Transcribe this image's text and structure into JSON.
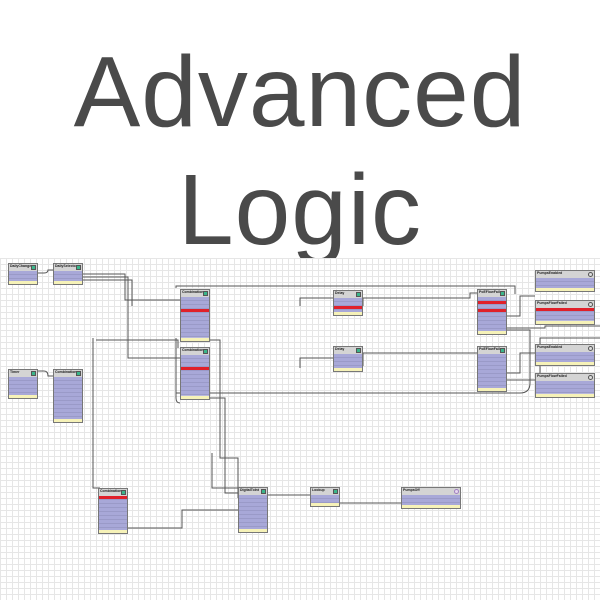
{
  "heading": {
    "line1": "Advanced",
    "line2": "Logic"
  },
  "nodes": [
    {
      "title": "DailyChange",
      "icon": "clock-icon",
      "rows": 3,
      "red": []
    },
    {
      "title": "DailySelector",
      "icon": "logic-icon",
      "rows": 3,
      "red": []
    },
    {
      "title": "Timer",
      "icon": "timer-icon",
      "rows": 5,
      "red": []
    },
    {
      "title": "Combination",
      "icon": "logic-icon",
      "rows": 11,
      "red": []
    },
    {
      "title": "Combination",
      "icon": "logic-icon",
      "rows": 10,
      "red": [
        3
      ]
    },
    {
      "title": "Combination",
      "icon": "logic-icon",
      "rows": 10,
      "red": [
        3
      ]
    },
    {
      "title": "Delay",
      "icon": "logic-icon",
      "rows": 4,
      "red": [
        2
      ]
    },
    {
      "title": "Delay",
      "icon": "logic-icon",
      "rows": 4,
      "red": []
    },
    {
      "title": "PoEFlowFail",
      "icon": "logic-icon",
      "rows": 9,
      "red": [
        1,
        3
      ]
    },
    {
      "title": "PoEFlowFail",
      "icon": "logic-icon",
      "rows": 9,
      "red": []
    },
    {
      "title": "PumpsEnabled",
      "icon": "status-icon",
      "rows": 3,
      "red": []
    },
    {
      "title": "PumpsFlowFailed",
      "icon": "status-icon",
      "rows": 3,
      "red": [
        0
      ]
    },
    {
      "title": "PumpsEnabled",
      "icon": "status-icon",
      "rows": 3,
      "red": []
    },
    {
      "title": "PumpsFlowFailed",
      "icon": "status-icon",
      "rows": 3,
      "red": []
    },
    {
      "title": "Combination",
      "icon": "logic-icon",
      "rows": 10,
      "red": [
        0
      ]
    },
    {
      "title": "DigitalToInt",
      "icon": "logic-icon",
      "rows": 10,
      "red": []
    },
    {
      "title": "Lookup",
      "icon": "logic-icon",
      "rows": 2,
      "red": []
    },
    {
      "title": "PumpsOff",
      "icon": "status-icon",
      "rows": 3,
      "red": []
    }
  ]
}
